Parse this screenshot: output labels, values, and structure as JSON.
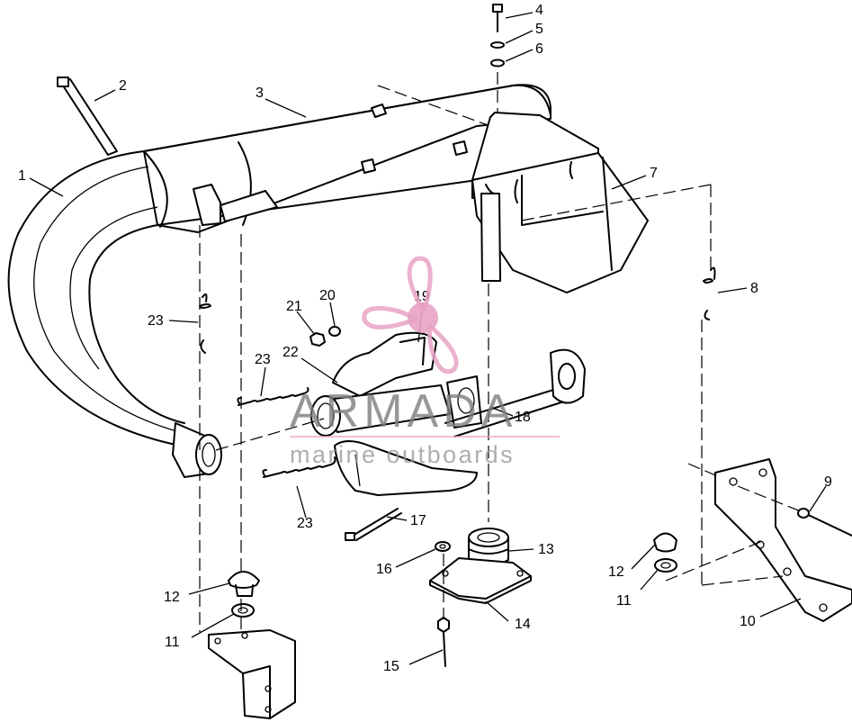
{
  "callouts": {
    "c1": "1",
    "c2": "2",
    "c3": "3",
    "c4": "4",
    "c5": "5",
    "c6": "6",
    "c7": "7",
    "c8": "8",
    "c9": "9",
    "c10": "10",
    "c11a": "11",
    "c11b": "11",
    "c12a": "12",
    "c12b": "12",
    "c13": "13",
    "c14": "14",
    "c15": "15",
    "c16": "16",
    "c17": "17",
    "c18": "18",
    "c19": "19",
    "c20": "20",
    "c21": "21",
    "c22": "22",
    "c23a": "23",
    "c23b": "23",
    "c23c": "23"
  },
  "watermark": {
    "brand": "ARMADA",
    "tagline": "marine outboards",
    "logo_icon": "propeller-logo-icon",
    "color_pink": "#e8a3c4",
    "color_gray": "#7d7d7d"
  }
}
